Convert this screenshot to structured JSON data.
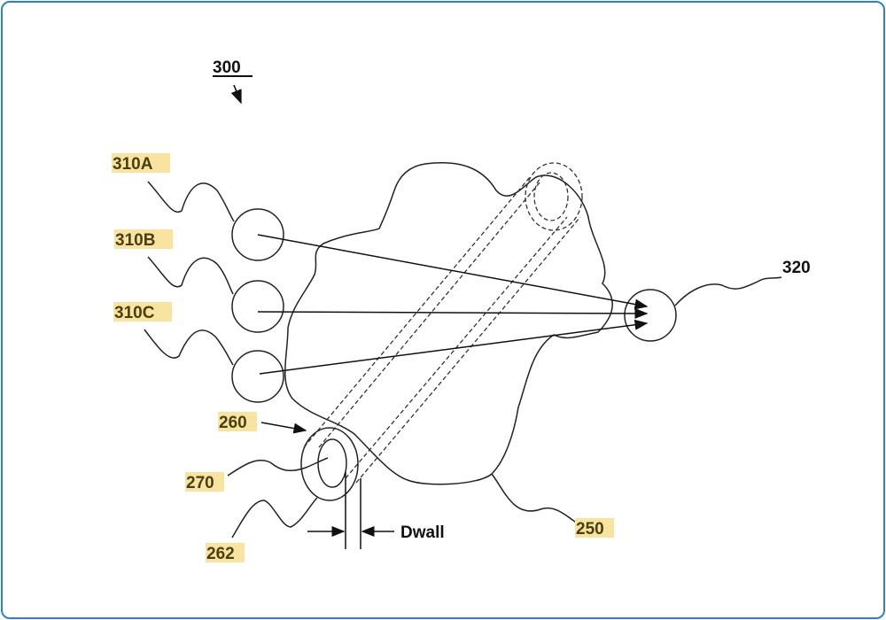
{
  "figure": {
    "figure_number": "300",
    "labels": {
      "source_a": "310A",
      "source_b": "310B",
      "source_c": "310C",
      "detector": "320",
      "tube_outer": "260",
      "tube_lumen": "270",
      "tube_wall": "262",
      "body": "250",
      "wall_thickness": "Dwall"
    }
  },
  "colors": {
    "highlight": "#f8e3a0",
    "label_text": "#4a3f10",
    "frame": "#2f7fd8"
  }
}
